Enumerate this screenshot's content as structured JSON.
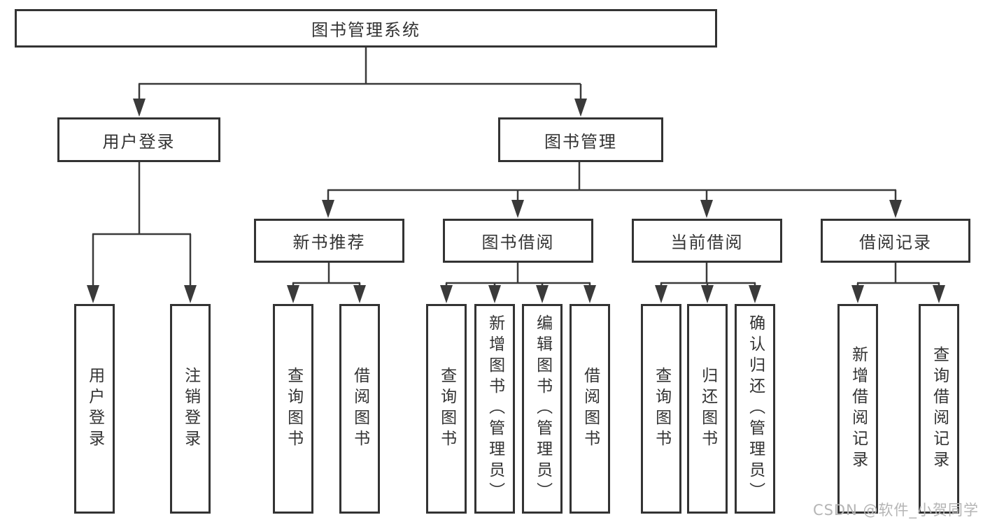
{
  "diagram": {
    "root": {
      "label": "图书管理系统"
    },
    "level2": [
      {
        "label": "用户登录",
        "leaves": [
          {
            "label": "用户登录"
          },
          {
            "label": "注销登录"
          }
        ]
      },
      {
        "label": "图书管理",
        "groups": [
          {
            "label": "新书推荐",
            "leaves": [
              {
                "label": "查询图书"
              },
              {
                "label": "借阅图书"
              }
            ]
          },
          {
            "label": "图书借阅",
            "leaves": [
              {
                "label": "查询图书"
              },
              {
                "label": "新增图书（管理员）"
              },
              {
                "label": "编辑图书（管理员）"
              },
              {
                "label": "借阅图书"
              }
            ]
          },
          {
            "label": "当前借阅",
            "leaves": [
              {
                "label": "查询图书"
              },
              {
                "label": "归还图书"
              },
              {
                "label": "确认归还（管理员）"
              }
            ]
          },
          {
            "label": "借阅记录",
            "leaves": [
              {
                "label": "新增借阅记录"
              },
              {
                "label": "查询借阅记录"
              }
            ]
          }
        ]
      }
    ]
  },
  "watermark": {
    "text": "CSDN @软件_小贺同学"
  },
  "colors": {
    "line": "#3a3a3a",
    "box_border": "#333333",
    "text": "#333333",
    "background": "#ffffff",
    "watermark": "#b5b5b5"
  }
}
